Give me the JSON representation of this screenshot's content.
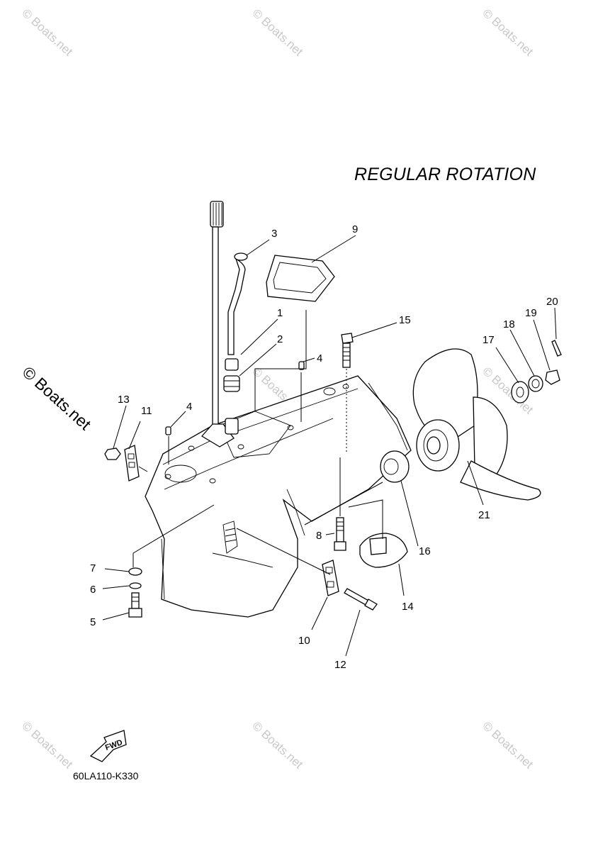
{
  "heading": "REGULAR ROTATION",
  "drawing_code": "60LA110-K330",
  "fwd_label": "FWD",
  "watermark": "© Boats.net",
  "callouts": {
    "c1": "1",
    "c2": "2",
    "c3": "3",
    "c4a": "4",
    "c4b": "4",
    "c5": "5",
    "c6": "6",
    "c7": "7",
    "c8": "8",
    "c9": "9",
    "c10": "10",
    "c11": "11",
    "c12": "12",
    "c13": "13",
    "c14": "14",
    "c15": "15",
    "c16": "16",
    "c17": "17",
    "c18": "18",
    "c19": "19",
    "c20": "20",
    "c21": "21"
  }
}
